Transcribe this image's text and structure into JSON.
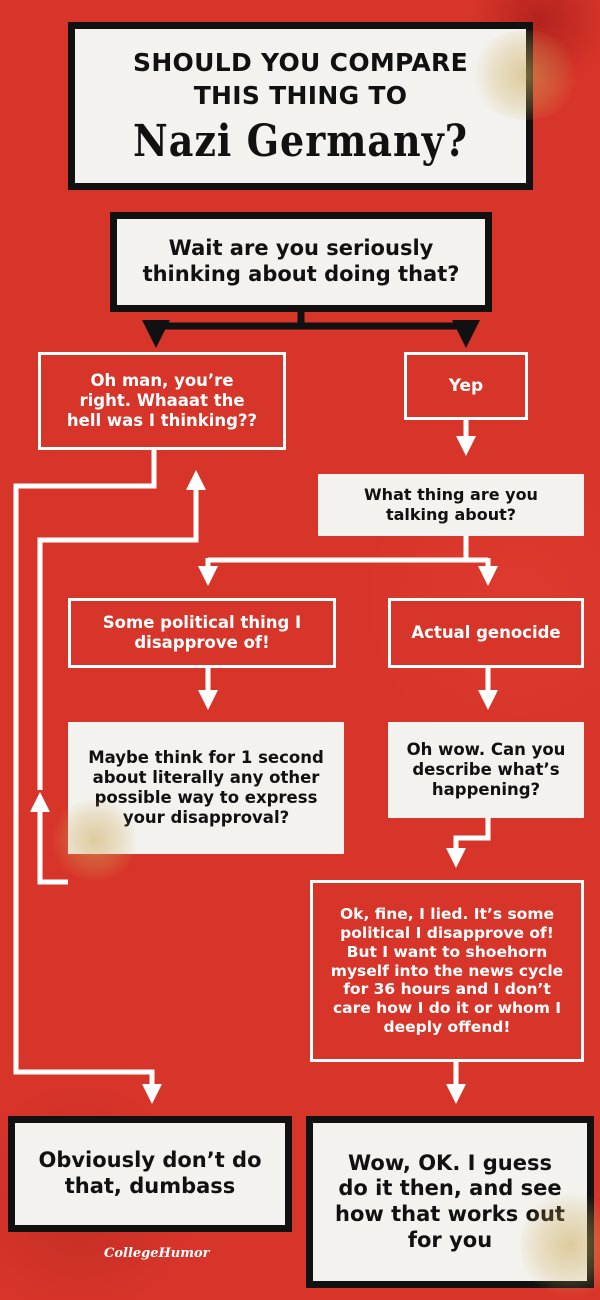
{
  "title": {
    "line1": "SHOULD YOU COMPARE",
    "line2": "THIS THING TO",
    "line3": "Nazi Germany?"
  },
  "nodes": {
    "start": "Wait are you seriously thinking about doing that?",
    "oh_man": "Oh man, you’re right. Whaaat the hell was I thinking??",
    "yep": "Yep",
    "what_thing": "What thing are you talking about?",
    "political": "Some political thing I disapprove of!",
    "genocide": "Actual genocide",
    "maybe_think": "Maybe think for 1 second about literally any other possible way to express your disapproval?",
    "oh_wow": "Oh wow. Can you describe what’s happening?",
    "lied": "Ok, fine, I lied. It’s some political I disapprove of! But I want to shoehorn myself into the news cycle for 36 hours and I don’t care how I do it or whom I deeply offend!",
    "dont_do": "Obviously don’t do that, dumbass",
    "do_it": "Wow, OK. I guess do it then, and see how that works out for you"
  },
  "logo": "CollegeHumor",
  "colors": {
    "background": "#d8352a",
    "paper": "#f3f2ee",
    "ink": "#111111",
    "arrow_white": "#ffffff"
  }
}
